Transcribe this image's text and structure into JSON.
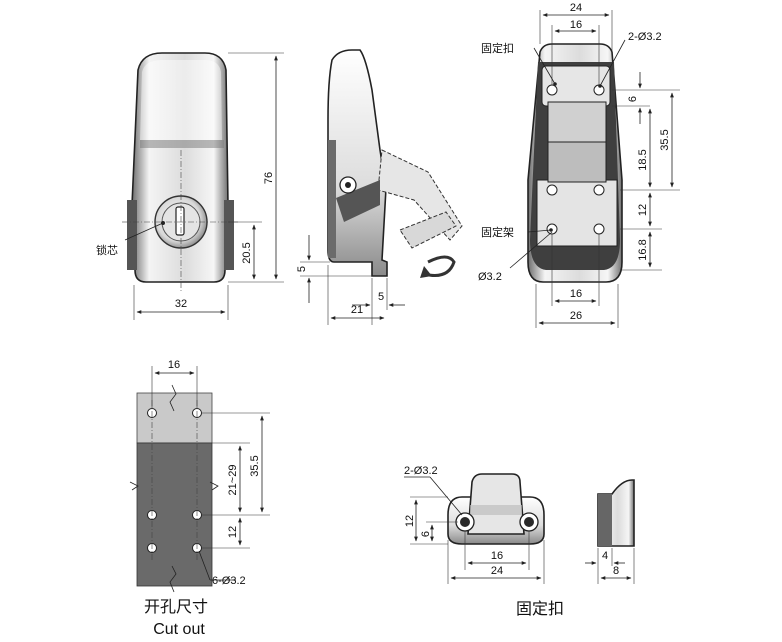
{
  "views": {
    "front": {
      "width": "32",
      "height": "76",
      "key_height": "20.5",
      "lock_core": "锁芯"
    },
    "side": {
      "bottom_offset": "5",
      "nose": "5",
      "depth": "21"
    },
    "rear": {
      "top_width": "24",
      "top_hole_spacing": "16",
      "holes": "2-Ø3.2",
      "catch_label": "固定扣",
      "bracket_label": "固定架",
      "dim_6": "6",
      "dim_35_5": "35.5",
      "dim_18_5": "18.5",
      "dim_12": "12",
      "dim_16_8": "16.8",
      "hole_dia": "Ø3.2",
      "bottom_hole_spacing": "16",
      "bottom_width": "26"
    },
    "cutout": {
      "width": "16",
      "dim_21_29": "21~29",
      "dim_35_5": "35.5",
      "dim_12": "12",
      "holes": "6-Ø3.2",
      "caption_cn": "开孔尺寸",
      "caption_en": "Cut out"
    },
    "catch": {
      "holes": "2-Ø3.2",
      "height": "12",
      "hole_height": "6",
      "hole_spacing": "16",
      "width": "24",
      "side_dim_4": "4",
      "side_dim_8": "8",
      "caption_cn": "固定扣"
    }
  },
  "colors": {
    "metal_dark": "#555555",
    "metal_light": "#e8e8e8",
    "cutout_fill": "#6a6a6a",
    "cutout_top": "#c9c9c9"
  }
}
